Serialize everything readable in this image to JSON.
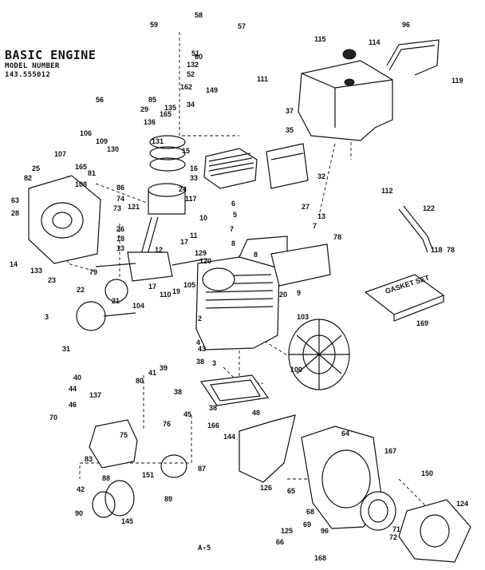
{
  "title": "BASIC ENGINE",
  "model_label": "MODEL NUMBER",
  "model_number": "143.555012",
  "page_label": "A-5",
  "gasket_set_label": "GASKET SET",
  "part_callouts": [
    "59",
    "58",
    "57",
    "51",
    "132",
    "52",
    "162",
    "56",
    "60",
    "96",
    "115",
    "114",
    "119",
    "111",
    "149",
    "37",
    "35",
    "29",
    "85",
    "135",
    "136",
    "165",
    "34",
    "106",
    "109",
    "131",
    "15",
    "130",
    "81",
    "107",
    "25",
    "82",
    "165",
    "108",
    "86",
    "74",
    "73",
    "63",
    "28",
    "24",
    "16",
    "33",
    "32",
    "112",
    "117",
    "6",
    "5",
    "10",
    "7",
    "7",
    "27",
    "13",
    "122",
    "118",
    "78",
    "121",
    "14",
    "133",
    "23",
    "26",
    "18",
    "13",
    "12",
    "17",
    "11",
    "129",
    "8",
    "8",
    "120",
    "9",
    "79",
    "22",
    "21",
    "110",
    "17",
    "19",
    "105",
    "104",
    "20",
    "3",
    "103",
    "31",
    "43",
    "38",
    "38",
    "39",
    "40",
    "44",
    "137",
    "41",
    "80",
    "38",
    "45",
    "46",
    "76",
    "75",
    "48",
    "100",
    "166",
    "144",
    "64",
    "70",
    "83",
    "167",
    "151",
    "87",
    "88",
    "42",
    "89",
    "90",
    "145",
    "126",
    "150",
    "65",
    "68",
    "69",
    "125",
    "66",
    "124",
    "96",
    "71",
    "72",
    "168",
    "2",
    "3",
    "4",
    "78",
    "169"
  ]
}
